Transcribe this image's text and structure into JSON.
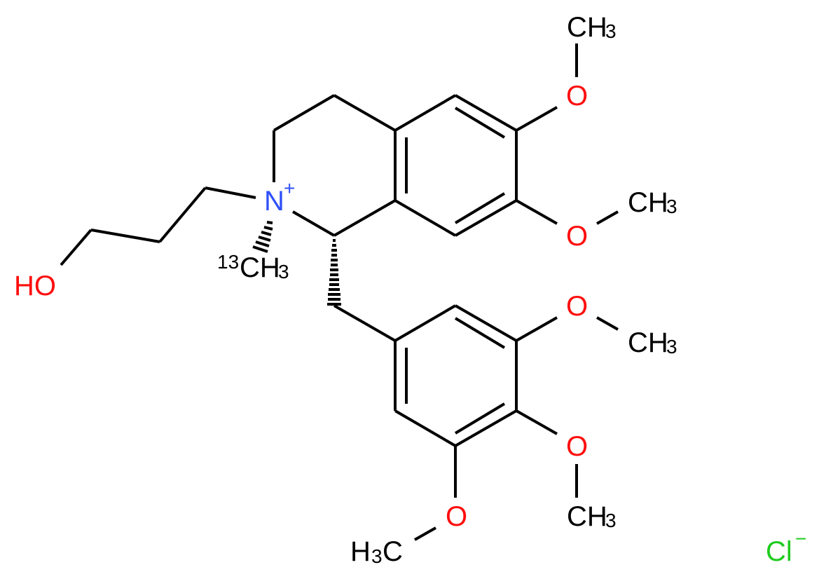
{
  "molecule": {
    "description": "Quaternary N-(3-hydroxypropyl)-N-[13C]methyl tetrahydroisoquinolinium chloride with 6,7-dimethoxy and 1-(3,4,5-trimethoxybenzyl) substituents",
    "colors": {
      "bond": "#000000",
      "oxygen": "#ff0d0d",
      "nitrogen": "#3050f8",
      "chlorine": "#1fcc1f",
      "carbon": "#000000"
    },
    "labels": {
      "nitrogen": "N",
      "nitrogen_charge": "+",
      "isotope_mass": "13",
      "n_methyl_c": "CH",
      "n_methyl_sub": "3",
      "hydroxyl": "HO",
      "oxygen": "O",
      "methyl_c": "CH",
      "methyl_sub": "3",
      "methyl_left_h": "H",
      "methyl_left_sub": "3",
      "methyl_left_c": "C",
      "chloride": "Cl",
      "chloride_charge": "−"
    },
    "methoxy_groups": [
      {
        "position": "C6",
        "o": "O",
        "ch": "CH",
        "sub": "3"
      },
      {
        "position": "C7",
        "o": "O",
        "ch": "CH",
        "sub": "3"
      },
      {
        "position": "C3'",
        "o": "O",
        "ch": "CH",
        "sub": "3"
      },
      {
        "position": "C4'",
        "o": "O",
        "ch": "CH",
        "sub": "3"
      },
      {
        "position": "C5'",
        "o": "O",
        "h": "H",
        "sub": "3",
        "c": "C"
      }
    ]
  }
}
